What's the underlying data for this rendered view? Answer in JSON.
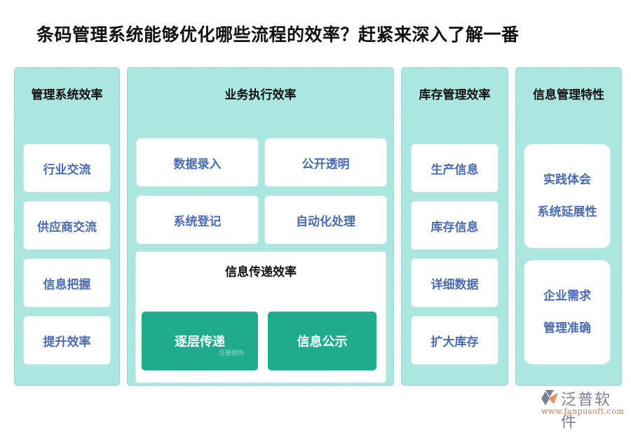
{
  "title": "条码管理系统能够优化哪些流程的效率？赶紧来深入了解一番",
  "colors": {
    "column_bg": "#abe6e0",
    "card_bg": "#ffffff",
    "card_text": "#4a6bb2",
    "accent_green": "#1fac8e",
    "heading_text": "#111111"
  },
  "columns": [
    {
      "title": "管理系统效率",
      "items": [
        "行业交流",
        "供应商交流",
        "信息把握",
        "提升效率"
      ]
    },
    {
      "title": "业务执行效率",
      "items": [
        "数据录入",
        "公开透明",
        "系统登记",
        "自动化处理"
      ],
      "sub_panel": {
        "title": "信息传递效率",
        "items": [
          "逐层传递",
          "信息公示"
        ]
      }
    },
    {
      "title": "库存管理效率",
      "items": [
        "生产信息",
        "库存信息",
        "详细数据",
        "扩大库存"
      ]
    },
    {
      "title": "信息管理特性",
      "groups": [
        [
          "实践体会",
          "系统延展性"
        ],
        [
          "企业需求",
          "管理准确"
        ]
      ]
    }
  ],
  "watermark": "泛普软件",
  "logo": {
    "name": "泛普软件",
    "url": "www.fanpusoft.com"
  }
}
